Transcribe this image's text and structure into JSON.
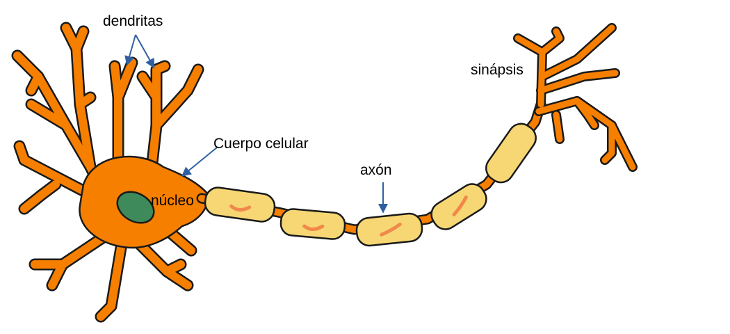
{
  "labels": {
    "dendrites": "dendritas",
    "cell_body": "Cuerpo celular",
    "nucleus": "núcleo",
    "axon": "axón",
    "synapse": "sinápsis"
  },
  "colors": {
    "neuron_body": "#f77f00",
    "outline": "#1a1a1a",
    "nucleus": "#3e8a5a",
    "myelin": "#f6d774",
    "myelin_nucleus": "#f0894a",
    "arrow": "#2f5fa0",
    "background": "#ffffff"
  }
}
